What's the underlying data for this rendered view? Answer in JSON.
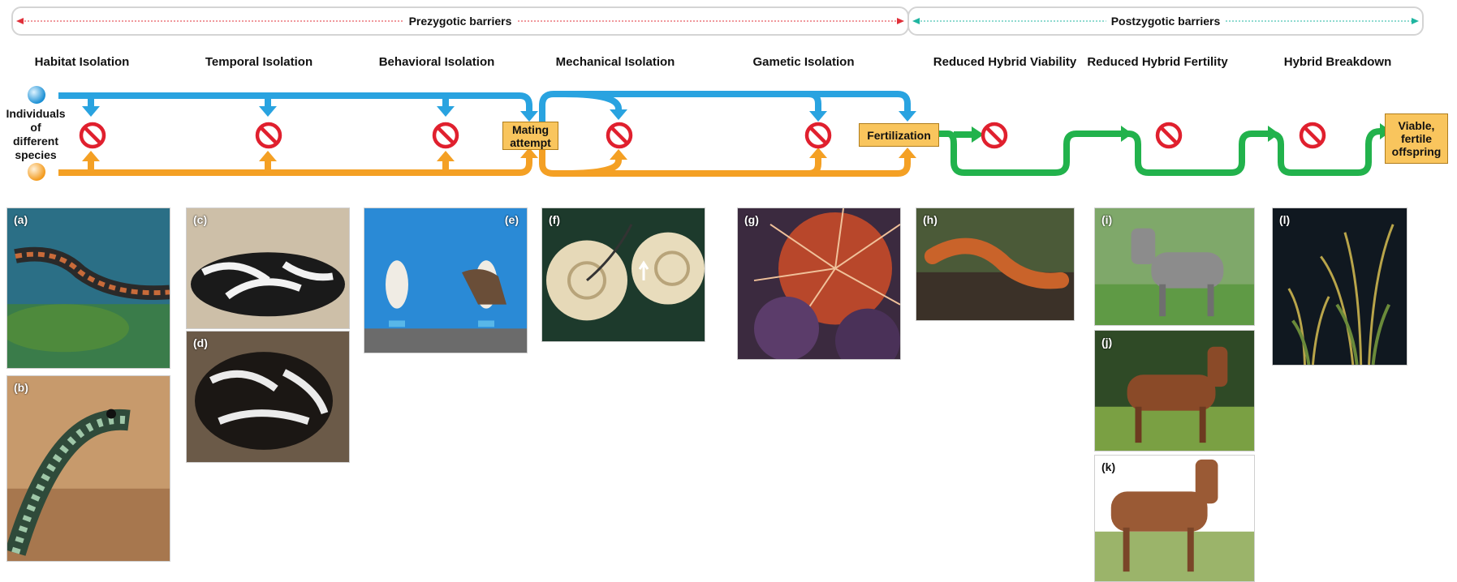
{
  "bands": {
    "prezygotic": "Prezygotic barriers",
    "postzygotic": "Postzygotic barriers"
  },
  "stages": [
    "Habitat Isolation",
    "Temporal Isolation",
    "Behavioral Isolation",
    "Mechanical Isolation",
    "Gametic Isolation",
    "Reduced Hybrid Viability",
    "Reduced Hybrid Fertility",
    "Hybrid Breakdown"
  ],
  "individuals_label": [
    "Individuals",
    "of",
    "different",
    "species"
  ],
  "boxes": {
    "mating": [
      "Mating",
      "attempt"
    ],
    "fertilization": "Fertilization",
    "offspring": [
      "Viable,",
      "fertile",
      "offspring"
    ]
  },
  "photo_labels": [
    "(a)",
    "(b)",
    "(c)",
    "(d)",
    "(e)",
    "(f)",
    "(g)",
    "(h)",
    "(i)",
    "(j)",
    "(k)",
    "(l)"
  ],
  "colors": {
    "blue_path": "#29a3e0",
    "orange_path": "#f4a024",
    "green_path": "#22b24c",
    "block_icon": "#e0202e",
    "box_fill": "#f9c55d",
    "prezygotic_arrow": "#e0303a",
    "postzygotic_arrow": "#1fb5a0"
  }
}
